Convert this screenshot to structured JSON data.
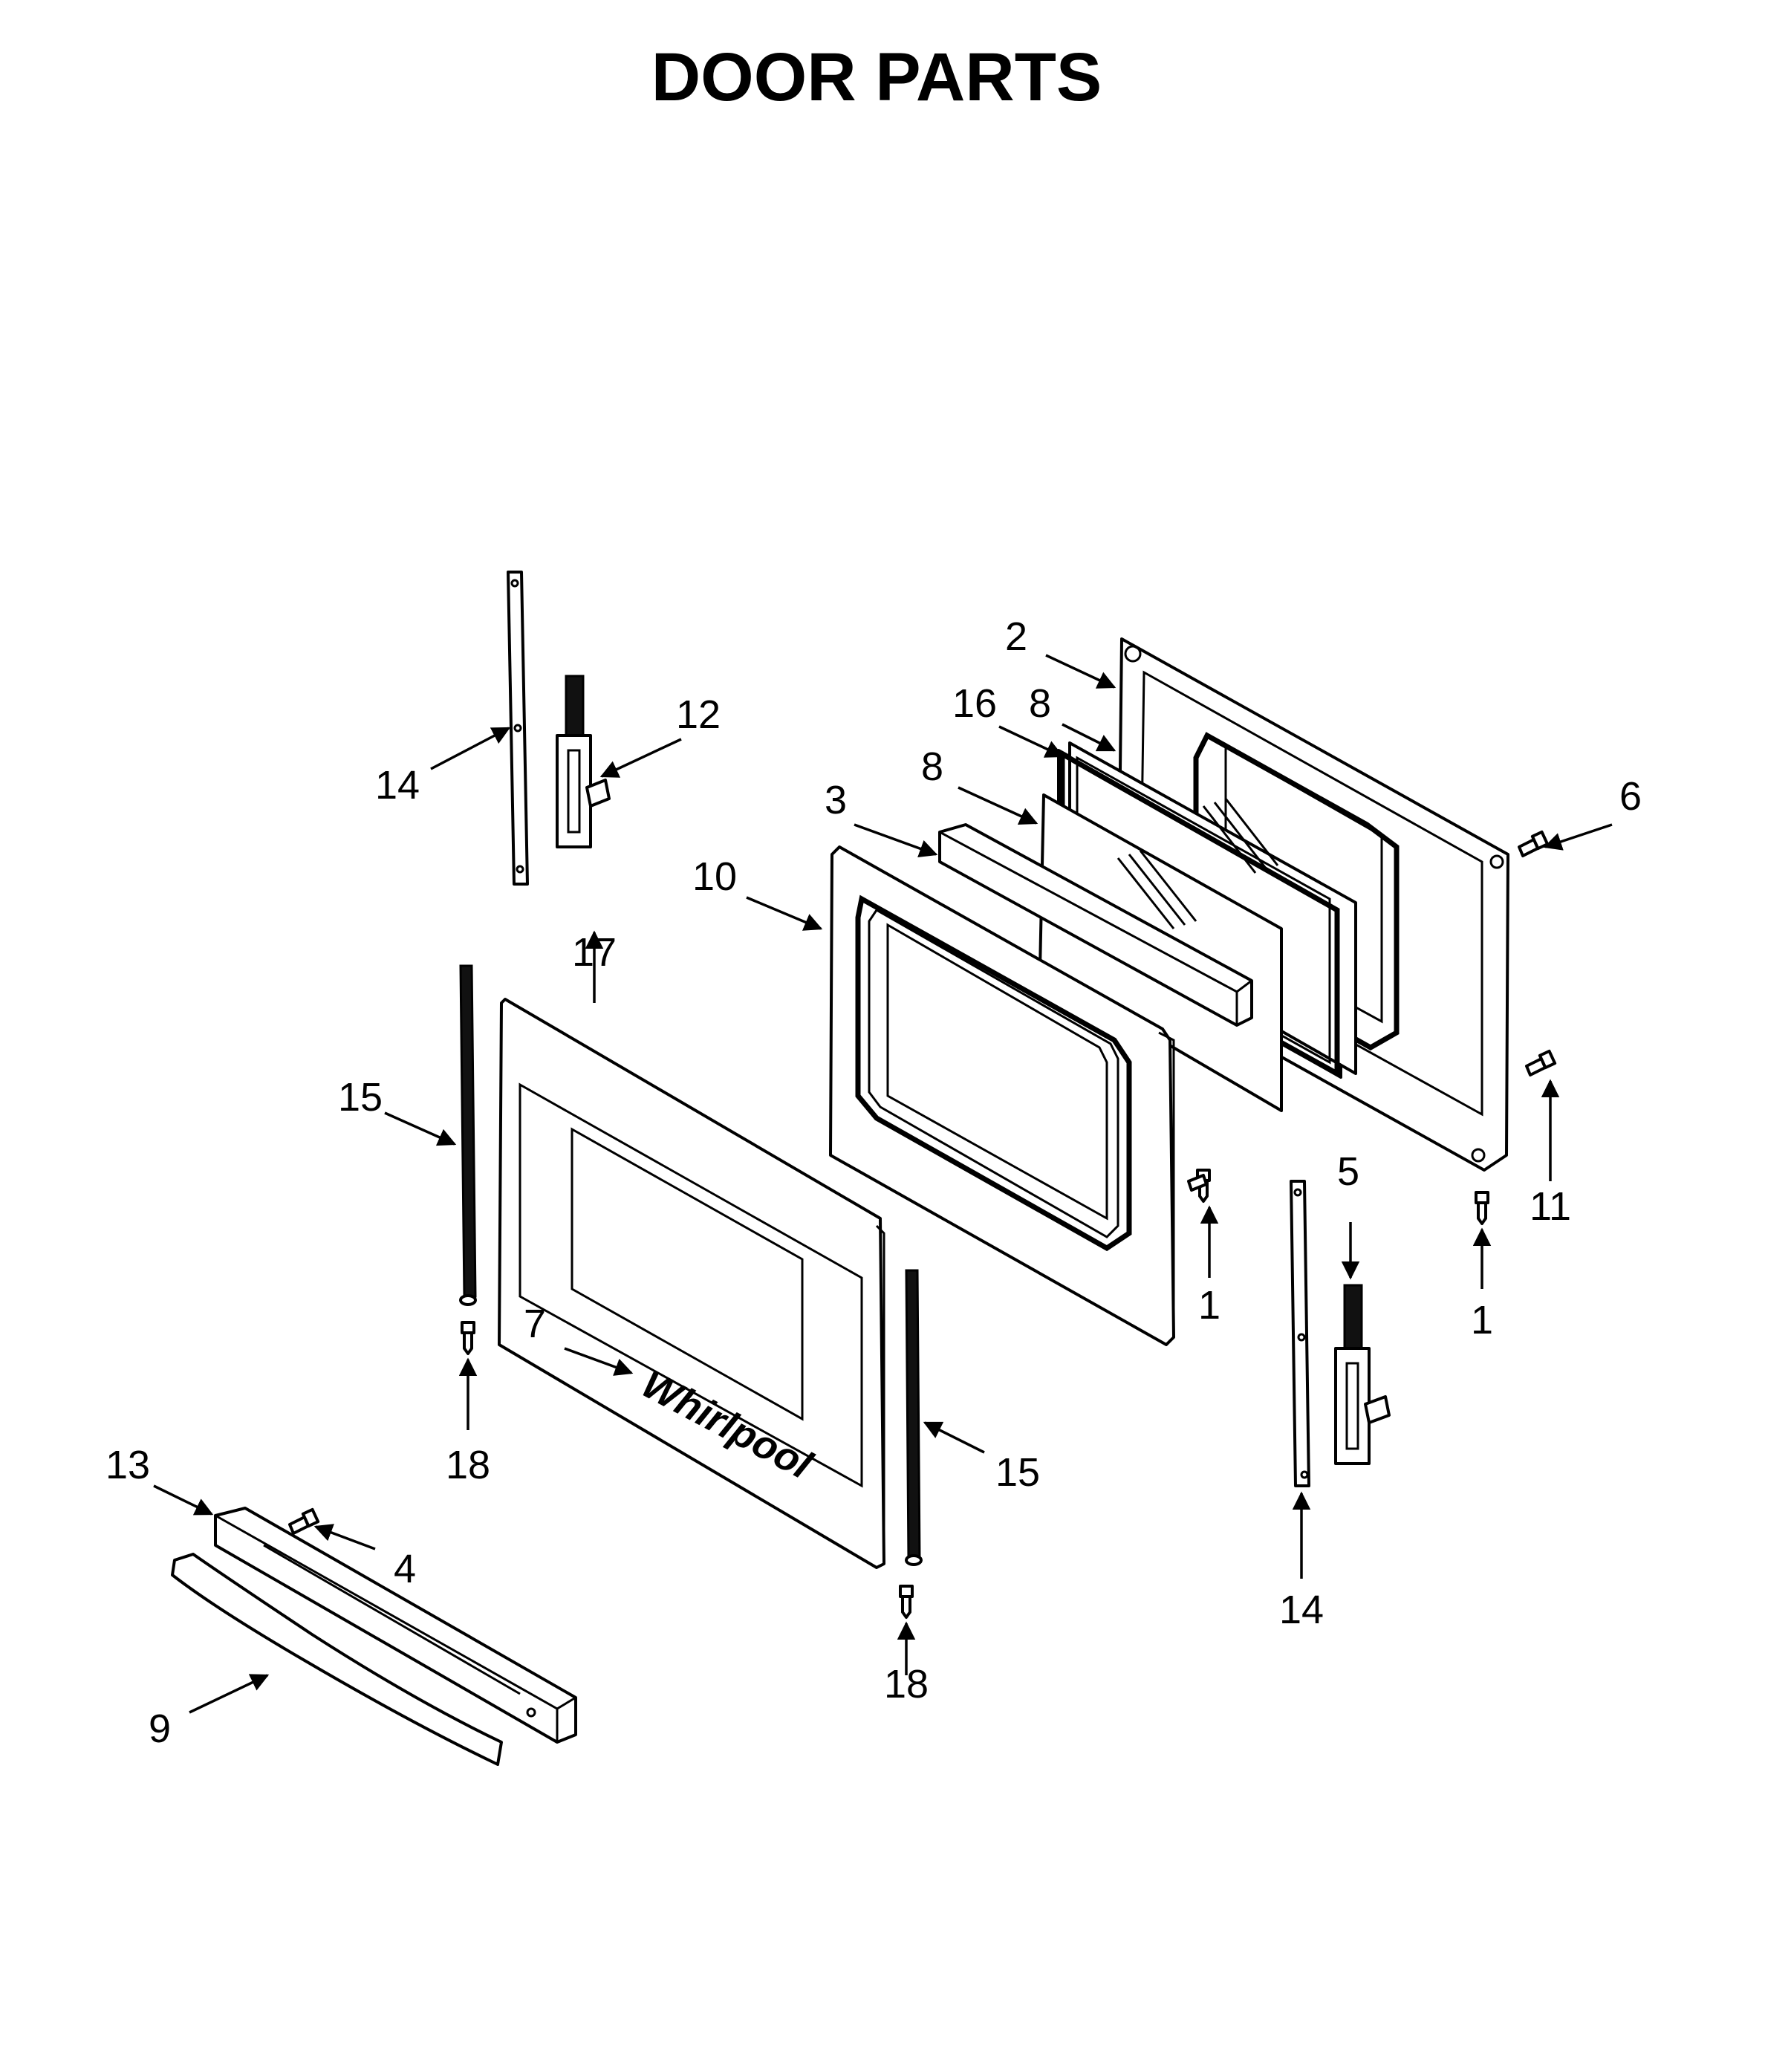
{
  "title": "DOOR PARTS",
  "callouts": {
    "c1a": "1",
    "c1b": "1",
    "c2": "2",
    "c3": "3",
    "c4": "4",
    "c5": "5",
    "c6": "6",
    "c7": "7",
    "c8a": "8",
    "c8b": "8",
    "c9": "9",
    "c10": "10",
    "c11": "11",
    "c12": "12",
    "c13": "13",
    "c14a": "14",
    "c14b": "14",
    "c15a": "15",
    "c15b": "15",
    "c16": "16",
    "c17": "17",
    "c18a": "18",
    "c18b": "18"
  },
  "logo": "Whirlpool"
}
